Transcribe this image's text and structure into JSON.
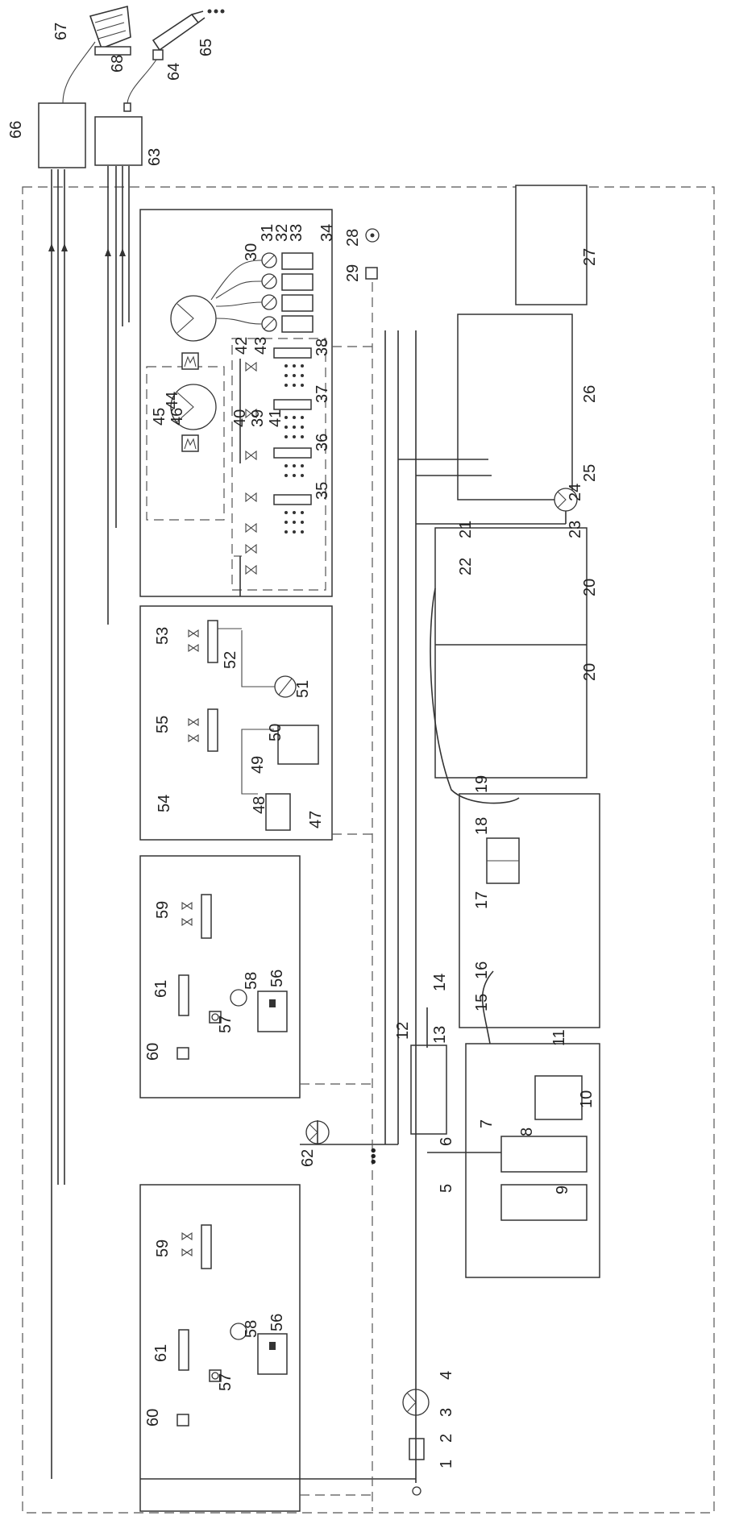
{
  "diagram": {
    "labels": [
      "1",
      "2",
      "3",
      "4",
      "5",
      "6",
      "7",
      "8",
      "9",
      "10",
      "11",
      "12",
      "13",
      "14",
      "15",
      "16",
      "17",
      "18",
      "19",
      "20",
      "21",
      "22",
      "23",
      "24",
      "25",
      "26",
      "27",
      "28",
      "29",
      "30",
      "31",
      "32",
      "33",
      "34",
      "35",
      "36",
      "37",
      "38",
      "39",
      "40",
      "41",
      "42",
      "43",
      "44",
      "45",
      "46",
      "47",
      "48",
      "49",
      "50",
      "51",
      "52",
      "53",
      "54",
      "55",
      "56",
      "57",
      "58",
      "59",
      "60",
      "61",
      "62",
      "63",
      "64",
      "65",
      "66",
      "67",
      "68"
    ],
    "label_69": "20",
    "label_70": "56",
    "label_71": "57",
    "label_72": "58",
    "label_73": "59",
    "label_74": "60",
    "label_75": "61",
    "ellipsis": "•••"
  }
}
